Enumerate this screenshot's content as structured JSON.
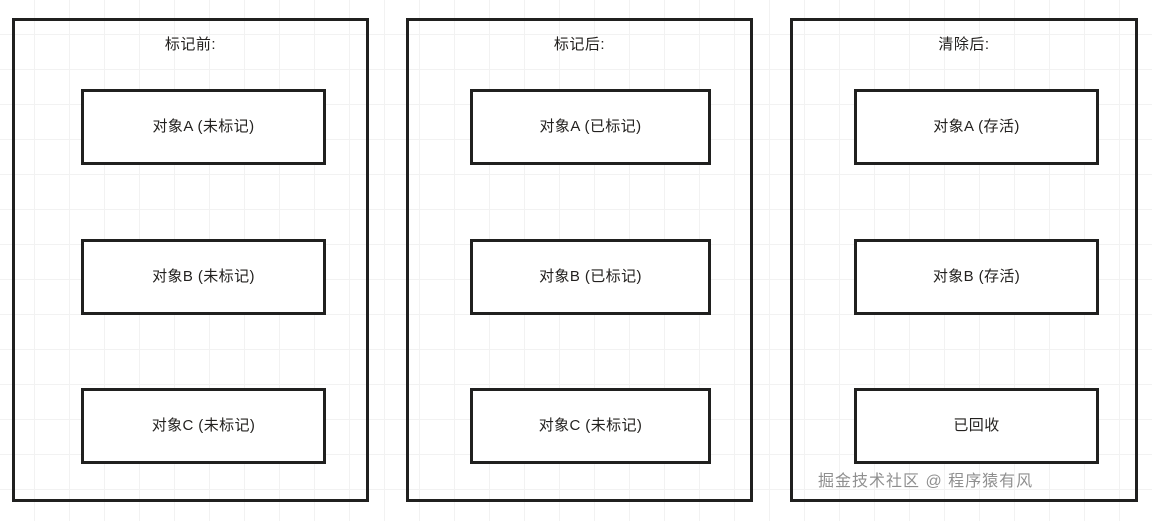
{
  "diagram": {
    "title_watermark": "掘金技术社区 @ 程序猿有风",
    "panels": [
      {
        "id": "before-mark",
        "title": "标记前:",
        "boxes": [
          {
            "label": "对象A (未标记)"
          },
          {
            "label": "对象B (未标记)"
          },
          {
            "label": "对象C (未标记)"
          }
        ]
      },
      {
        "id": "after-mark",
        "title": "标记后:",
        "boxes": [
          {
            "label": "对象A (已标记)"
          },
          {
            "label": "对象B (已标记)"
          },
          {
            "label": "对象C (未标记)"
          }
        ]
      },
      {
        "id": "after-sweep",
        "title": "清除后:",
        "boxes": [
          {
            "label": "对象A (存活)"
          },
          {
            "label": "对象B (存活)"
          },
          {
            "label": "已回收"
          }
        ]
      }
    ]
  },
  "colors": {
    "stroke": "#20201f",
    "text": "#23211f",
    "grid": "#f2f2f2",
    "background": "#ffffff",
    "watermark": "#4c4c4c"
  }
}
